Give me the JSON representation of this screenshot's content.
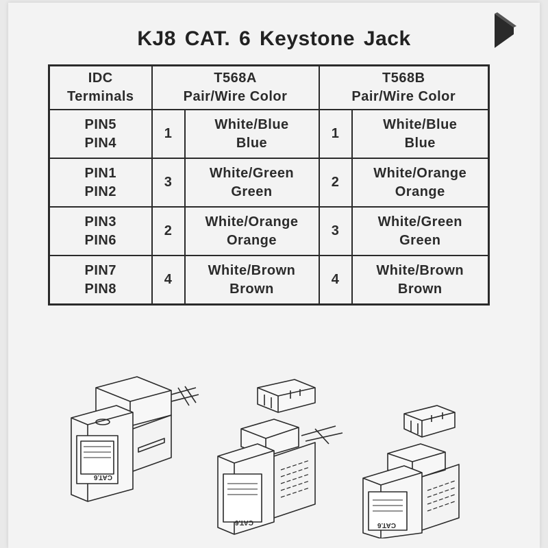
{
  "title": "KJ8  CAT. 6  Keystone Jack",
  "table": {
    "headers": {
      "idc": [
        "IDC",
        "Terminals"
      ],
      "t568a": [
        "T568A",
        "Pair/Wire Color"
      ],
      "t568b": [
        "T568B",
        "Pair/Wire Color"
      ]
    },
    "rows": [
      {
        "pins": [
          "PIN5",
          "PIN4"
        ],
        "a_pair": "1",
        "a_colors": [
          "White/Blue",
          "Blue"
        ],
        "b_pair": "1",
        "b_colors": [
          "White/Blue",
          "Blue"
        ]
      },
      {
        "pins": [
          "PIN1",
          "PIN2"
        ],
        "a_pair": "3",
        "a_colors": [
          "White/Green",
          "Green"
        ],
        "b_pair": "2",
        "b_colors": [
          "White/Orange",
          "Orange"
        ]
      },
      {
        "pins": [
          "PIN3",
          "PIN6"
        ],
        "a_pair": "2",
        "a_colors": [
          "White/Orange",
          "Orange"
        ],
        "b_pair": "3",
        "b_colors": [
          "White/Green",
          "Green"
        ]
      },
      {
        "pins": [
          "PIN7",
          "PIN8"
        ],
        "a_pair": "4",
        "a_colors": [
          "White/Brown",
          "Brown"
        ],
        "b_pair": "4",
        "b_colors": [
          "White/Brown",
          "Brown"
        ]
      }
    ]
  },
  "jack_labels": [
    "CAT.6",
    "CAT.6",
    "CAT.6"
  ],
  "icons": {
    "next": "arrow-right-icon"
  },
  "colors": {
    "ink": "#2a2a2a",
    "paper": "#f3f3f3"
  }
}
